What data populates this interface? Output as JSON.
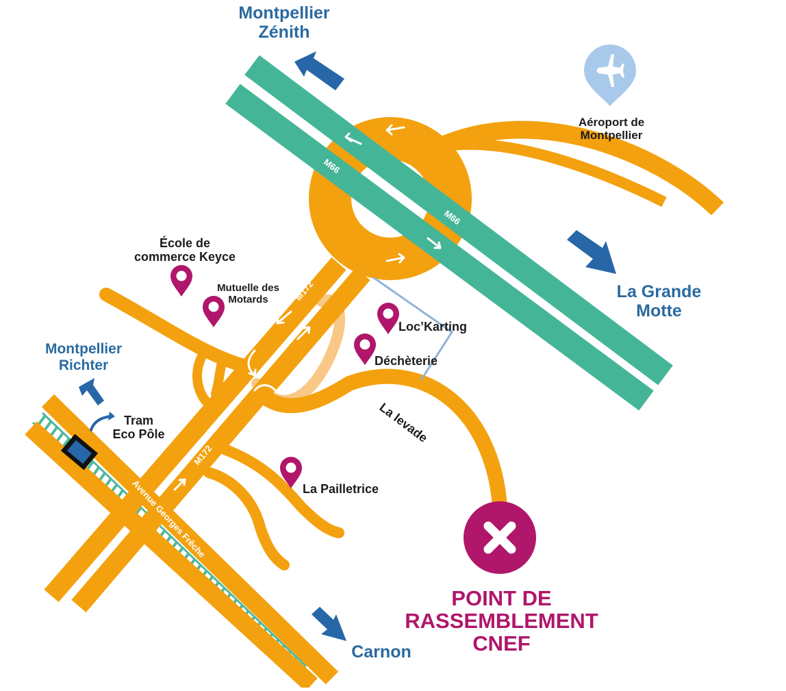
{
  "destinations": {
    "zenith": "Montpellier\nZénith",
    "grande_motte": "La Grande\nMotte",
    "richter": "Montpellier\nRichter",
    "carnon": "Carnon"
  },
  "airport": {
    "label": "Aéroport de\nMontpellier",
    "icon": "airplane-icon"
  },
  "points_of_interest": [
    {
      "id": "keyce",
      "label": "École de\ncommerce Keyce"
    },
    {
      "id": "motards",
      "label": "Mutuelle des\nMotards"
    },
    {
      "id": "karting",
      "label": "Loc’Karting"
    },
    {
      "id": "decheterie",
      "label": "Déchèterie"
    },
    {
      "id": "pailletrice",
      "label": "La Pailletrice"
    }
  ],
  "roads": {
    "m66": "M66",
    "m172": "M172",
    "avenue": "Avenue Georges Frêche",
    "levade": "La levade"
  },
  "tram": {
    "label": "Tram\nEco Pôle",
    "icon": "tram-icon"
  },
  "rally_point": {
    "label": "POINT DE\nRASSEMBLEMENT\nCNEF",
    "icon": "close-icon"
  },
  "colors": {
    "road": "#f3a10e",
    "road_light": "#f9c887",
    "highway": "#45b597",
    "tram_track": "#4fb89b",
    "destination_text": "#2a6aa0",
    "arrow": "#2767a8",
    "pin": "#b0166a",
    "airport_pin": "#a9c9ea"
  }
}
